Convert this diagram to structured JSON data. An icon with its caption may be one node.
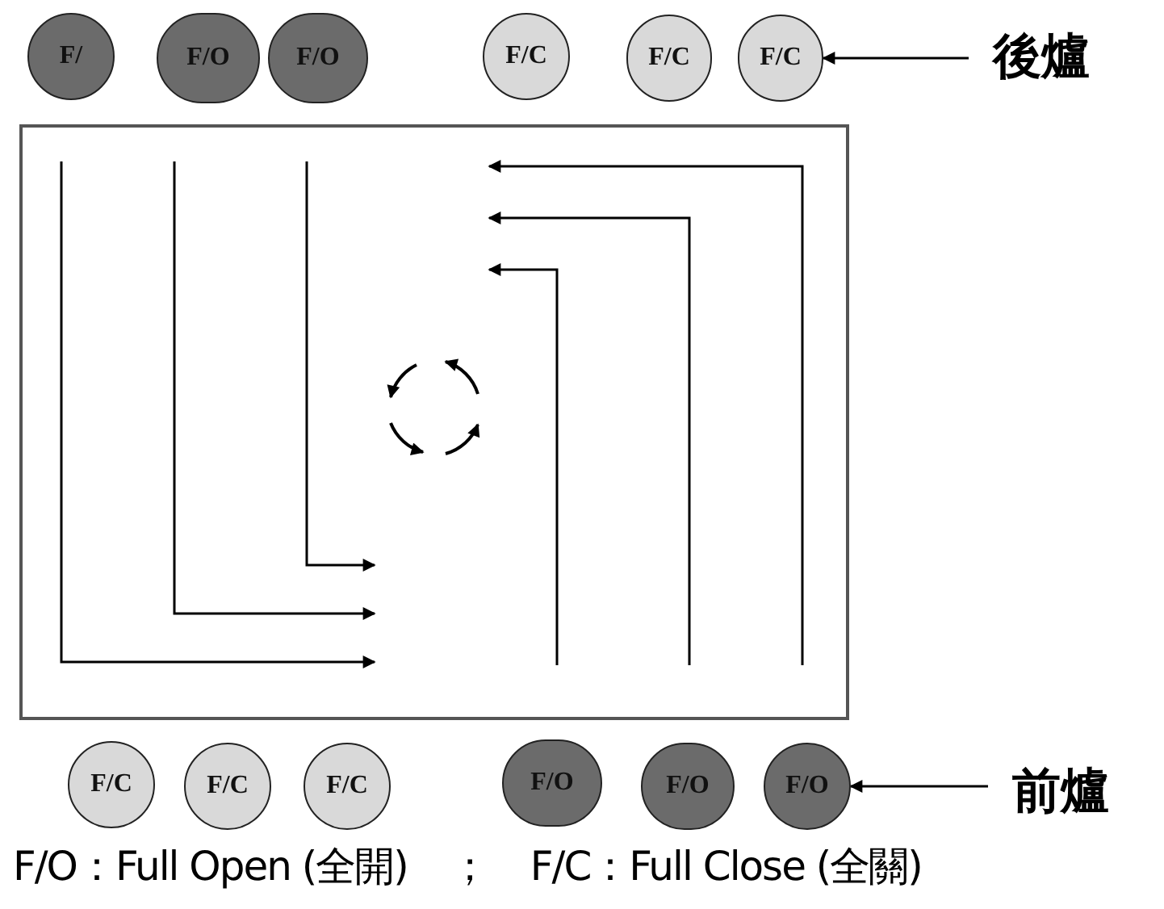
{
  "diagram": {
    "nodes": [
      {
        "text": [
          "F/"
        ]
      },
      {
        "text": [
          "F/O"
        ]
      },
      {
        "text": [
          "F/O"
        ]
      },
      {
        "text": [
          "F/C"
        ]
      },
      {
        "text": [
          "F/C"
        ]
      },
      {
        "text": [
          "F/C"
        ]
      },
      {
        "text": [
          "後爐"
        ]
      },
      {
        "text": [],
        "shape": "box"
      },
      {
        "text": [
          "F/C"
        ]
      },
      {
        "text": [
          "F/C"
        ]
      },
      {
        "text": [
          "F/C"
        ]
      },
      {
        "text": [
          "F/O"
        ]
      },
      {
        "text": [
          "F/O"
        ]
      },
      {
        "text": [
          "F/O"
        ]
      },
      {
        "text": [
          "前爐"
        ]
      }
    ],
    "edges": [
      {
        "from": 6,
        "to": 5,
        "arrow": "to"
      },
      {
        "from": 14,
        "to": 13,
        "arrow": "to"
      }
    ],
    "labels": [
      "F/O：Full Open (全開)",
      "；",
      "F/C：Full Close (全關)"
    ]
  }
}
